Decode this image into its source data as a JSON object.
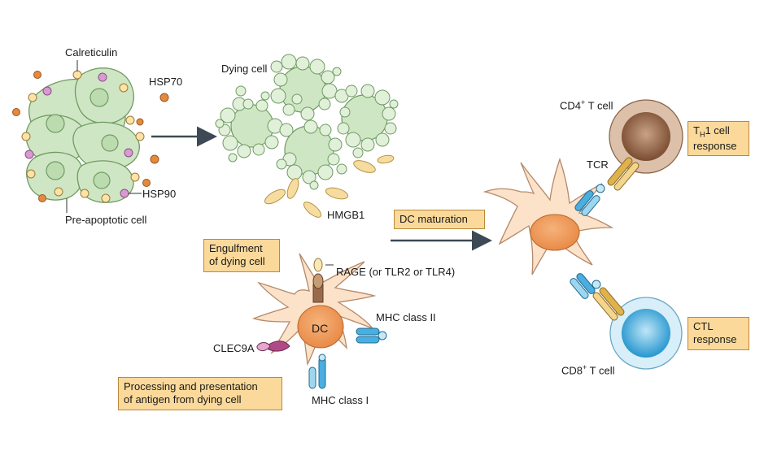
{
  "labels": {
    "calreticulin": "Calreticulin",
    "hsp70": "HSP70",
    "hsp90": "HSP90",
    "pre_apoptotic_cell": "Pre-apoptotic cell",
    "dying_cell": "Dying cell",
    "hmgb1": "HMGB1",
    "rage": "RAGE (or TLR2 or TLR4)",
    "mhc_class_ii": "MHC class II",
    "mhc_class_i": "MHC class I",
    "clec9a": "CLEC9A",
    "dc": "DC",
    "tcr": "TCR",
    "cd4_t_cell": {
      "prefix": "CD4",
      "sup": "+",
      "suffix": " T cell"
    },
    "cd8_t_cell": {
      "prefix": "CD8",
      "sup": "+",
      "suffix": " T cell"
    }
  },
  "boxes": {
    "dc_maturation": "DC maturation",
    "engulfment_line1": "Engulfment",
    "engulfment_line2": "of dying cell",
    "processing_line1": "Processing and presentation",
    "processing_line2": "of antigen from dying cell",
    "th1_prefix": "T",
    "th1_sub": "H",
    "th1_suffix": "1 cell",
    "th1_line2": "response",
    "ctl_line1": "CTL",
    "ctl_line2": "response"
  },
  "colors": {
    "cell_green": "#cfe6c4",
    "cell_green_stroke": "#6f9b63",
    "dc_body": "#fbe2c8",
    "dc_nucleus": "#ef9a55",
    "cd4_outer": "#c8a48c",
    "cd4_inner": "#8a5a3c",
    "cd8_outer": "#cfe9f5",
    "cd8_inner": "#3aa6d6",
    "calreticulin_dot": "#fde3a6",
    "hsp70_dot": "#e58a3c",
    "hsp90_dot": "#d99ad1",
    "hmgb1": "#f6dca0",
    "mhc_blue": "#4aaee0",
    "tcr_yellow": "#e0b24b",
    "box_fill": "#fbd99a",
    "arrow": "#3d4a55"
  },
  "icons": [
    "pre-apoptotic-cell-cluster",
    "dying-cell-blebs",
    "dendritic-cell",
    "mature-dendritic-cell",
    "cd4-t-cell",
    "cd8-t-cell",
    "rage-receptor",
    "clec9a-receptor",
    "mhc-class-ii-receptor",
    "mhc-class-i-receptor",
    "tcr-receptor"
  ]
}
